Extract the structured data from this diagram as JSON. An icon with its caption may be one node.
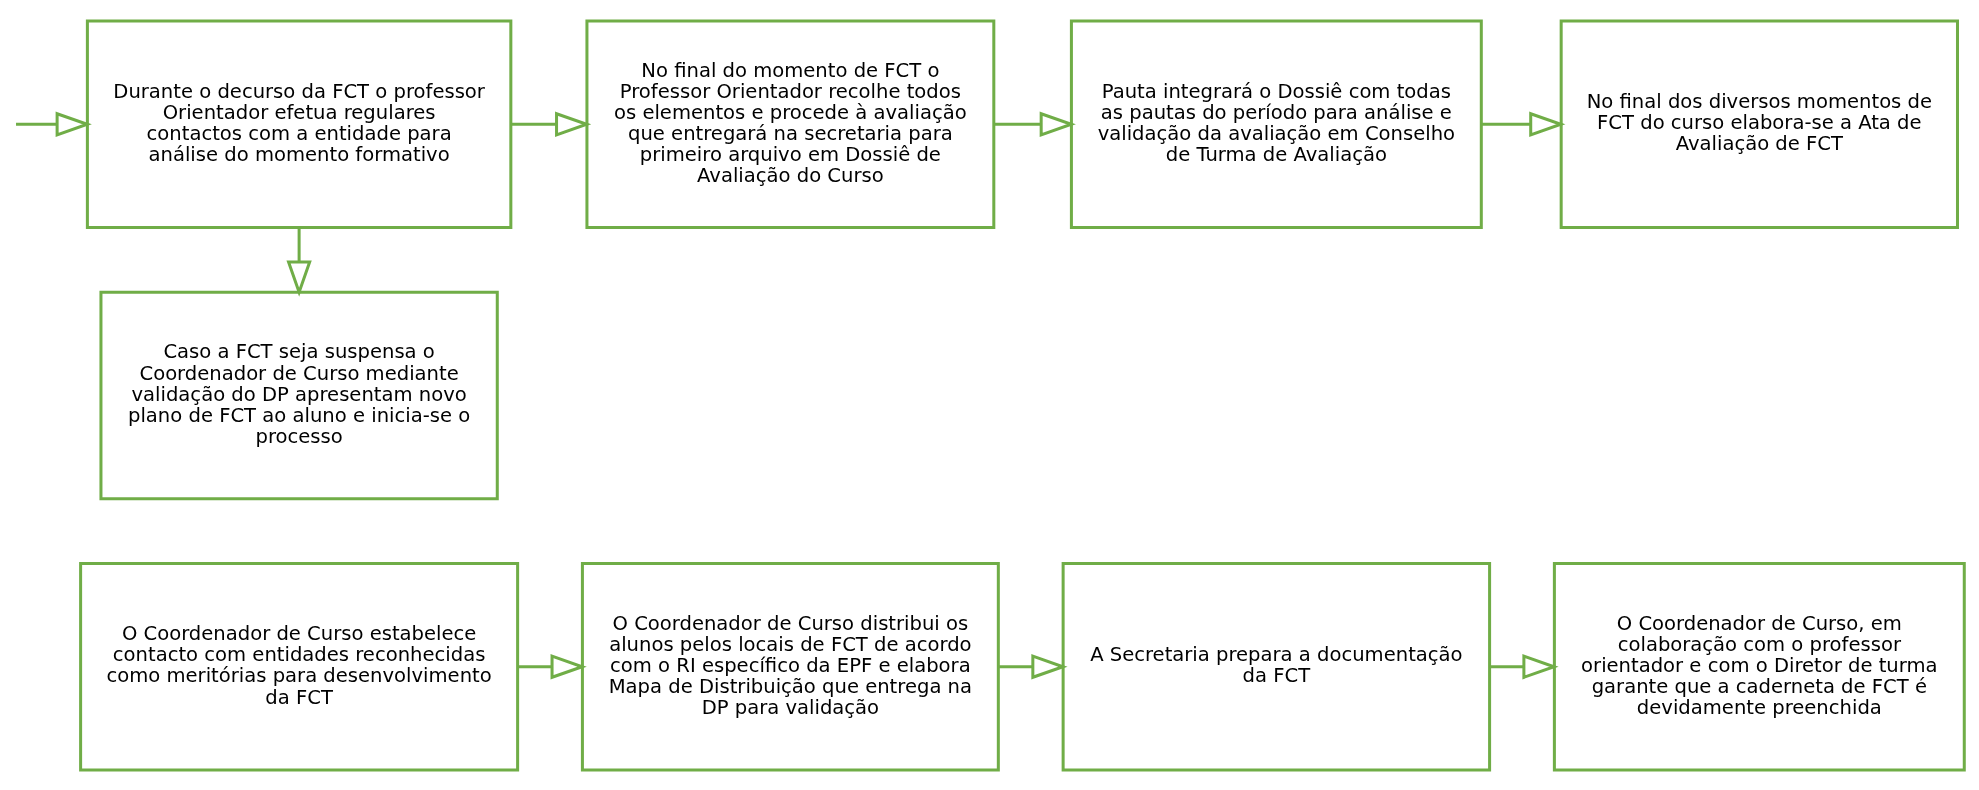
{
  "diagram": {
    "nodes": [
      {
        "text": [
          "O Coordenador de Curso estabelece contacto com entidades reconhecidas como meritórias para desenvolvimento da FCT"
        ]
      },
      {
        "text": [
          "O Coordenador de Curso distribui os alunos pelos locais de FCT de acordo com o RI específico da EPF e elabora Mapa de Distribuição que entrega na DP para validação"
        ]
      },
      {
        "text": [
          "A Secretaria prepara a documentação da FCT"
        ]
      },
      {
        "text": [
          "O Coordenador de Curso, em colaboração com o professor orientador e com o Diretor de turma garante que a caderneta de FCT é devidamente preenchida"
        ]
      },
      {
        "text": [
          "Durante o decurso da FCT o professor Orientador efetua regulares contactos com a entidade para análise do momento formativo"
        ]
      },
      {
        "text": [
          "No final do momento de FCT o Professor Orientador recolhe todos os elementos e procede à avaliação que entregará na secretaria para primeiro arquivo em Dossiê de Avaliação do Curso"
        ]
      },
      {
        "text": [
          "Pauta integrará o Dossiê com todas as pautas do período para análise e validação da avaliação em Conselho de Turma de Avaliação"
        ]
      },
      {
        "text": [
          "No final dos diversos momentos de FCT do curso elabora-se a Ata de Avaliação de FCT"
        ]
      },
      {
        "text": [
          "Caso a FCT seja suspensa o Coordenador de Curso mediante validação do DP apresentam novo plano de FCT ao aluno e inicia-se o processo"
        ]
      }
    ],
    "edges": [
      {
        "from": 0,
        "to": 1,
        "arrow": "to"
      },
      {
        "from": 1,
        "to": 2,
        "arrow": "to"
      },
      {
        "from": 2,
        "to": 3,
        "arrow": "to"
      },
      {
        "from": null,
        "to": 4,
        "arrow": "to"
      },
      {
        "from": 4,
        "to": 5,
        "arrow": "to"
      },
      {
        "from": 5,
        "to": 6,
        "arrow": "to"
      },
      {
        "from": 6,
        "to": 7,
        "arrow": "to"
      },
      {
        "from": 4,
        "to": 8,
        "arrow": "to"
      }
    ]
  }
}
